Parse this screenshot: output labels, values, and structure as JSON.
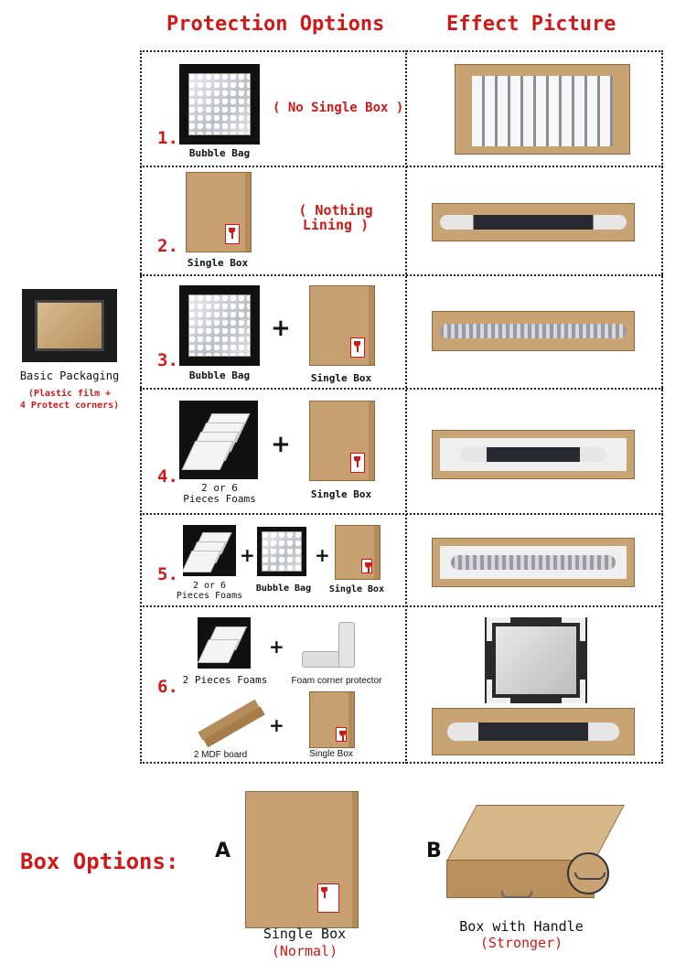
{
  "header": {
    "protection_title": "Protection Options",
    "effect_title": "Effect Picture"
  },
  "basic": {
    "title": "Basic Packaging",
    "note_line1": "(Plastic film +",
    "note_line2": "4 Protect corners)"
  },
  "options": [
    {
      "number": "1.",
      "item_label": "Bubble Bag",
      "note": "( No Single Box )"
    },
    {
      "number": "2.",
      "item_label": "Single Box",
      "note_line1": "( Nothing",
      "note_line2": "Lining )"
    },
    {
      "number": "3.",
      "item1_label": "Bubble Bag",
      "item2_label": "Single Box"
    },
    {
      "number": "4.",
      "item1_line1": "2 or 6",
      "item1_line2": "Pieces Foams",
      "item2_label": "Single Box"
    },
    {
      "number": "5.",
      "item1_line1": "2 or 6",
      "item1_line2": "Pieces Foams",
      "item2_label": "Bubble Bag",
      "item3_label": "Single Box"
    },
    {
      "number": "6.",
      "item1_label": "2 Pieces Foams",
      "item2_label": "Foam corner protector",
      "item3_label": "2 MDF board",
      "item4_label": "Single Box"
    }
  ],
  "plus_sign": "+",
  "box_options": {
    "title": "Box Options:",
    "a_letter": "A",
    "a_label": "Single Box",
    "a_sub": "(Normal)",
    "b_letter": "B",
    "b_label": "Box with Handle",
    "b_sub": "(Stronger)"
  },
  "colors": {
    "accent_red": "#d01818",
    "kraft": "#c6a070",
    "dotted_border": "#222222"
  }
}
